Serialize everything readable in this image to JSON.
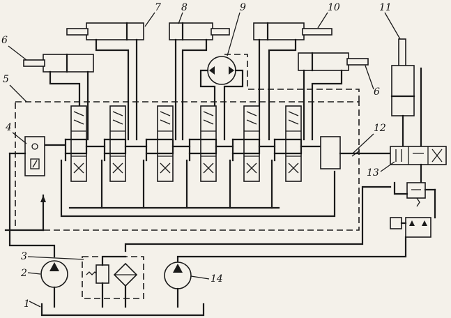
{
  "labels": {
    "n1": "1",
    "n2": "2",
    "n3": "3",
    "n4": "4",
    "n5": "5",
    "n6a": "6",
    "n6b": "6",
    "n7": "7",
    "n8": "8",
    "n9": "9",
    "n10": "10",
    "n11": "11",
    "n12": "12",
    "n13": "13",
    "n14": "14"
  }
}
